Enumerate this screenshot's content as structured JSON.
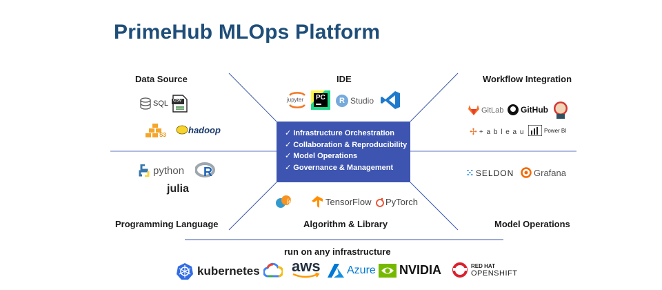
{
  "title": "PrimeHub MLOps Platform",
  "sections": {
    "data_source": "Data Source",
    "ide": "IDE",
    "workflow": "Workflow Integration",
    "programming": "Programming Language",
    "algorithm": "Algorithm & Library",
    "model_ops": "Model Operations"
  },
  "center": {
    "items": [
      "✓ Infrastructure Orchestration",
      "✓ Collaboration & Reproducibility",
      "✓ Model Operations",
      "✓ Governance & Management"
    ]
  },
  "data_source_logos": {
    "sql": "SQL",
    "csv": "CSV",
    "s3": "S3",
    "hadoop": "hadoop"
  },
  "ide_logos": {
    "jupyter": "jupyter",
    "pycharm": "PC",
    "rstudio_r": "R",
    "rstudio": "Studio"
  },
  "workflow_logos": {
    "gitlab": "GitLab",
    "github": "GitHub",
    "tableau": "+ a b l e a u",
    "powerbi": "Power BI"
  },
  "programming_logos": {
    "python": "python",
    "r": "R",
    "julia": "julia"
  },
  "algorithm_logos": {
    "sklearn": "learn",
    "tensorflow": "TensorFlow",
    "pytorch": "PyTorch"
  },
  "model_ops_logos": {
    "seldon": "SELDON",
    "grafana": "Grafana"
  },
  "infrastructure": {
    "heading": "run on any infrastructure",
    "kubernetes": "kubernetes",
    "aws": "aws",
    "azure": "Azure",
    "nvidia": "NVIDIA",
    "redhat": "RED HAT",
    "openshift": "OPENSHIFT"
  },
  "colors": {
    "title": "#1f4e79",
    "center_box": "#3d55b0",
    "lines": "#3b5aa8"
  }
}
